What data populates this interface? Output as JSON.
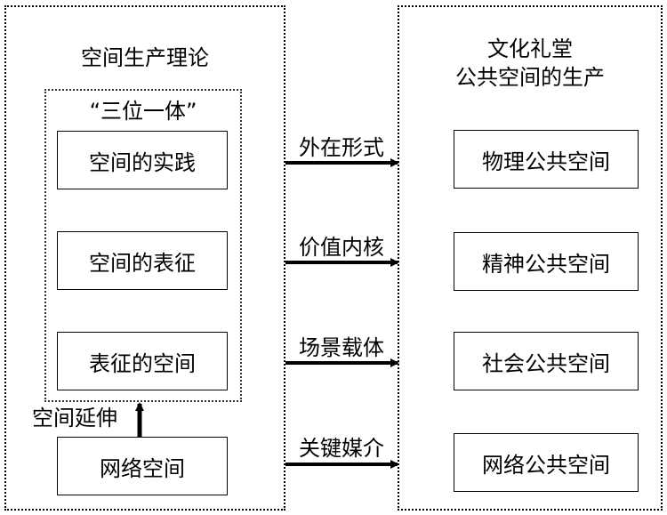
{
  "left_panel": {
    "title": "空间生产理论",
    "trinity_title": "“三位一体”",
    "items": [
      "空间的实践",
      "空间的表征",
      "表征的空间"
    ],
    "extension_label": "空间延伸",
    "network_space": "网络空间"
  },
  "right_panel": {
    "title_line1": "文化礼堂",
    "title_line2": "公共空间的生产",
    "items": [
      "物理公共空间",
      "精神公共空间",
      "社会公共空间",
      "网络公共空间"
    ]
  },
  "connectors": [
    "外在形式",
    "价值内核",
    "场景载体",
    "关键媒介"
  ]
}
